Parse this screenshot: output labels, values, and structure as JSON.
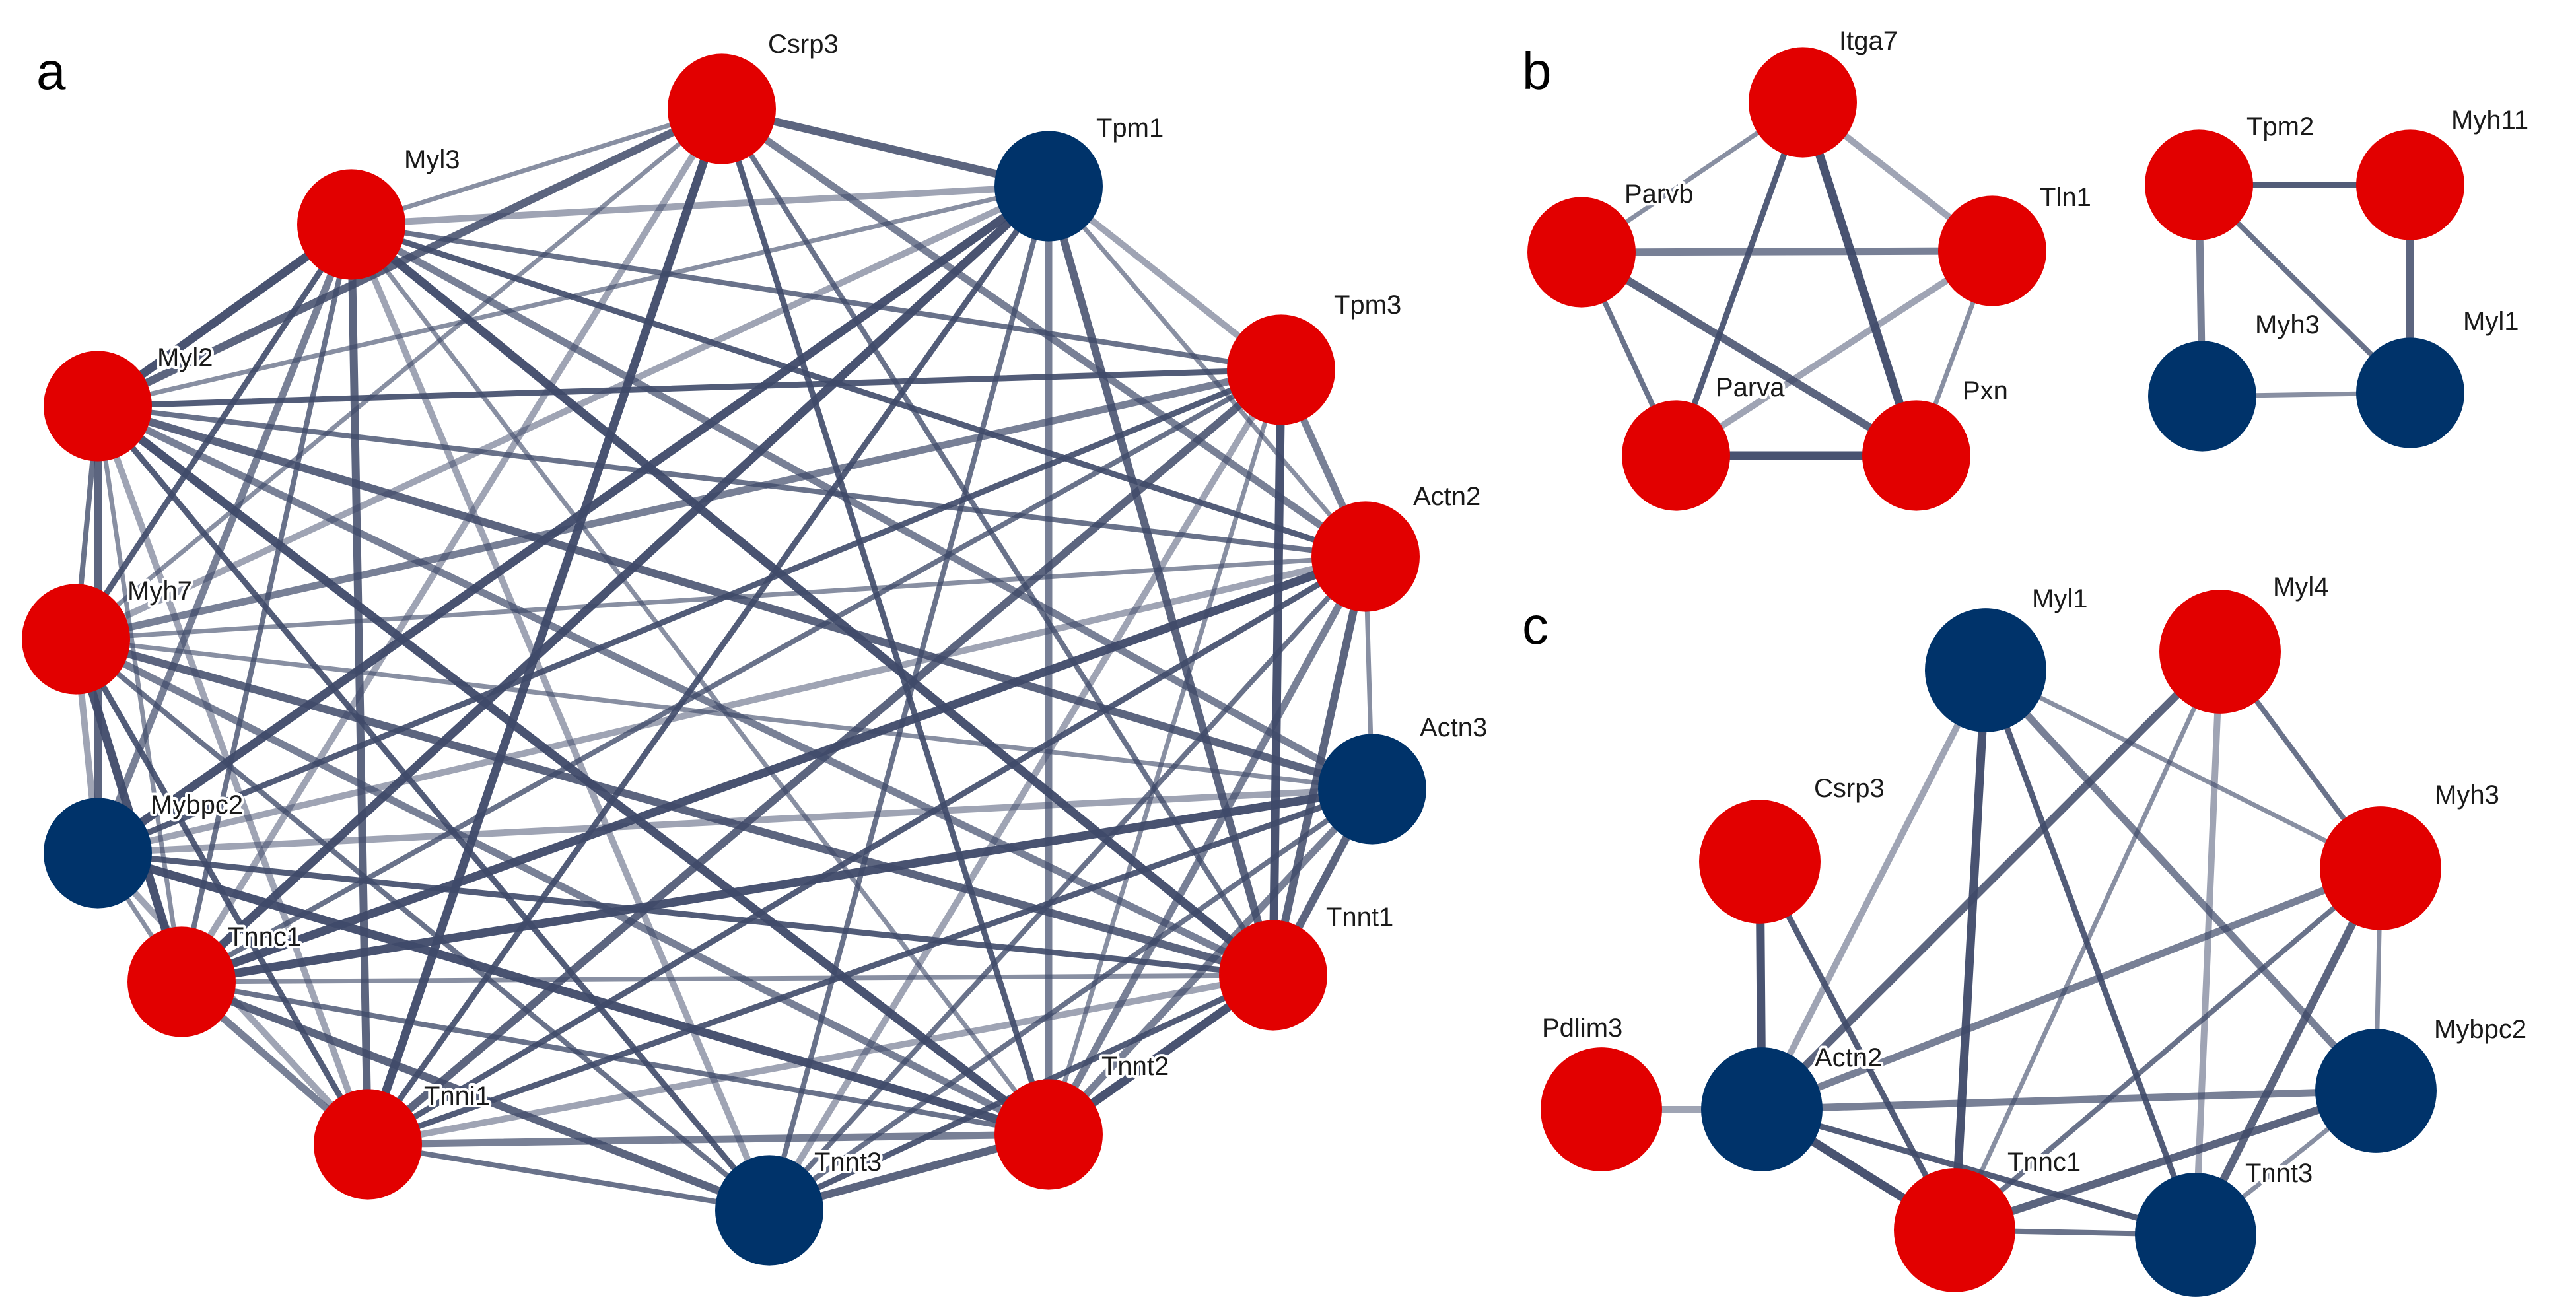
{
  "colors": {
    "red": "#e20000",
    "blue": "#00336a",
    "edge": "#3f4a69",
    "label": "#1a1a1a"
  },
  "panels": [
    {
      "id": "a",
      "letter": "a",
      "nodes": [
        {
          "id": "Csrp3",
          "label": "Csrp3",
          "color": "red"
        },
        {
          "id": "Tpm1",
          "label": "Tpm1",
          "color": "blue"
        },
        {
          "id": "Myl3",
          "label": "Myl3",
          "color": "red"
        },
        {
          "id": "Tpm3",
          "label": "Tpm3",
          "color": "red"
        },
        {
          "id": "Myl2",
          "label": "Myl2",
          "color": "red"
        },
        {
          "id": "Actn2",
          "label": "Actn2",
          "color": "red"
        },
        {
          "id": "Myh7",
          "label": "Myh7",
          "color": "red"
        },
        {
          "id": "Actn3",
          "label": "Actn3",
          "color": "blue"
        },
        {
          "id": "Mybpc2",
          "label": "Mybpc2",
          "color": "blue"
        },
        {
          "id": "Tnnc1",
          "label": "Tnnc1",
          "color": "red"
        },
        {
          "id": "Tnnt1",
          "label": "Tnnt1",
          "color": "red"
        },
        {
          "id": "Tnni1",
          "label": "Tnni1",
          "color": "red"
        },
        {
          "id": "Tnnt2",
          "label": "Tnnt2",
          "color": "red"
        },
        {
          "id": "Tnnt3",
          "label": "Tnnt3",
          "color": "blue"
        }
      ],
      "edges": [
        [
          "Myl3",
          "Csrp3"
        ],
        [
          "Myl3",
          "Tpm1"
        ],
        [
          "Myl3",
          "Myl2"
        ],
        [
          "Myl3",
          "Myh7"
        ],
        [
          "Myl3",
          "Mybpc2"
        ],
        [
          "Myl3",
          "Tnnc1"
        ],
        [
          "Myl3",
          "Tnni1"
        ],
        [
          "Myl3",
          "Tnnt2"
        ],
        [
          "Myl3",
          "Tnnt3"
        ],
        [
          "Myl3",
          "Tnnt1"
        ],
        [
          "Myl3",
          "Actn2"
        ],
        [
          "Myl3",
          "Actn3"
        ],
        [
          "Myl3",
          "Tpm3"
        ],
        [
          "Csrp3",
          "Myl2"
        ],
        [
          "Csrp3",
          "Myh7"
        ],
        [
          "Csrp3",
          "Tnnc1"
        ],
        [
          "Csrp3",
          "Tnni1"
        ],
        [
          "Csrp3",
          "Tnnt2"
        ],
        [
          "Csrp3",
          "Actn2"
        ],
        [
          "Csrp3",
          "Tnnt1"
        ],
        [
          "Csrp3",
          "Tpm1"
        ],
        [
          "Tpm1",
          "Myl2"
        ],
        [
          "Tpm1",
          "Myh7"
        ],
        [
          "Tpm1",
          "Tnnc1"
        ],
        [
          "Tpm1",
          "Tnni1"
        ],
        [
          "Tpm1",
          "Tnnt2"
        ],
        [
          "Tpm1",
          "Tnnt3"
        ],
        [
          "Tpm1",
          "Tnnt1"
        ],
        [
          "Tpm1",
          "Actn2"
        ],
        [
          "Tpm1",
          "Tpm3"
        ],
        [
          "Tpm1",
          "Mybpc2"
        ],
        [
          "Tpm3",
          "Myl2"
        ],
        [
          "Tpm3",
          "Myh7"
        ],
        [
          "Tpm3",
          "Tnnc1"
        ],
        [
          "Tpm3",
          "Tnni1"
        ],
        [
          "Tpm3",
          "Tnnt2"
        ],
        [
          "Tpm3",
          "Tnnt3"
        ],
        [
          "Tpm3",
          "Tnnt1"
        ],
        [
          "Tpm3",
          "Mybpc2"
        ],
        [
          "Tpm3",
          "Actn2"
        ],
        [
          "Myl2",
          "Myh7"
        ],
        [
          "Myl2",
          "Mybpc2"
        ],
        [
          "Myl2",
          "Tnnc1"
        ],
        [
          "Myl2",
          "Tnni1"
        ],
        [
          "Myl2",
          "Tnnt2"
        ],
        [
          "Myl2",
          "Tnnt3"
        ],
        [
          "Myl2",
          "Tnnt1"
        ],
        [
          "Myl2",
          "Actn2"
        ],
        [
          "Myl2",
          "Actn3"
        ],
        [
          "Actn2",
          "Myh7"
        ],
        [
          "Actn2",
          "Mybpc2"
        ],
        [
          "Actn2",
          "Tnnc1"
        ],
        [
          "Actn2",
          "Tnni1"
        ],
        [
          "Actn2",
          "Tnnt2"
        ],
        [
          "Actn2",
          "Tnnt3"
        ],
        [
          "Actn2",
          "Tnnt1"
        ],
        [
          "Actn2",
          "Actn3"
        ],
        [
          "Myh7",
          "Mybpc2"
        ],
        [
          "Myh7",
          "Tnnc1"
        ],
        [
          "Myh7",
          "Tnni1"
        ],
        [
          "Myh7",
          "Tnnt2"
        ],
        [
          "Myh7",
          "Tnnt3"
        ],
        [
          "Myh7",
          "Tnnt1"
        ],
        [
          "Myh7",
          "Actn3"
        ],
        [
          "Actn3",
          "Mybpc2"
        ],
        [
          "Actn3",
          "Tnnc1"
        ],
        [
          "Actn3",
          "Tnni1"
        ],
        [
          "Actn3",
          "Tnnt2"
        ],
        [
          "Actn3",
          "Tnnt3"
        ],
        [
          "Actn3",
          "Tnnt1"
        ],
        [
          "Mybpc2",
          "Tnnc1"
        ],
        [
          "Mybpc2",
          "Tnni1"
        ],
        [
          "Mybpc2",
          "Tnnt2"
        ],
        [
          "Mybpc2",
          "Tnnt1"
        ],
        [
          "Tnnc1",
          "Tnni1"
        ],
        [
          "Tnnc1",
          "Tnnt2"
        ],
        [
          "Tnnc1",
          "Tnnt3"
        ],
        [
          "Tnnc1",
          "Tnnt1"
        ],
        [
          "Tnnt1",
          "Tnni1"
        ],
        [
          "Tnnt1",
          "Tnnt2"
        ],
        [
          "Tnnt1",
          "Tnnt3"
        ],
        [
          "Tnni1",
          "Tnnt2"
        ],
        [
          "Tnni1",
          "Tnnt3"
        ],
        [
          "Tnnt2",
          "Tnnt3"
        ]
      ]
    },
    {
      "id": "b",
      "letter": "b",
      "nodes": [
        {
          "id": "Itga7",
          "label": "Itga7",
          "color": "red"
        },
        {
          "id": "Parvb",
          "label": "Parvb",
          "color": "red"
        },
        {
          "id": "Tln1",
          "label": "Tln1",
          "color": "red"
        },
        {
          "id": "Parva",
          "label": "Parva",
          "color": "red"
        },
        {
          "id": "Pxn",
          "label": "Pxn",
          "color": "red"
        },
        {
          "id": "Tpm2",
          "label": "Tpm2",
          "color": "red"
        },
        {
          "id": "Myh11",
          "label": "Myh11",
          "color": "red"
        },
        {
          "id": "Myh3",
          "label": "Myh3",
          "color": "blue"
        },
        {
          "id": "Myl1",
          "label": "Myl1",
          "color": "blue"
        }
      ],
      "edges": [
        [
          "Itga7",
          "Parvb"
        ],
        [
          "Itga7",
          "Tln1"
        ],
        [
          "Itga7",
          "Pxn"
        ],
        [
          "Itga7",
          "Parva"
        ],
        [
          "Parvb",
          "Tln1"
        ],
        [
          "Parvb",
          "Parva"
        ],
        [
          "Parvb",
          "Pxn"
        ],
        [
          "Tln1",
          "Pxn"
        ],
        [
          "Tln1",
          "Parva"
        ],
        [
          "Parva",
          "Pxn"
        ],
        [
          "Tpm2",
          "Myh11"
        ],
        [
          "Tpm2",
          "Myh3"
        ],
        [
          "Tpm2",
          "Myl1"
        ],
        [
          "Myh11",
          "Myl1"
        ],
        [
          "Myh3",
          "Myl1"
        ]
      ]
    },
    {
      "id": "c",
      "letter": "c",
      "nodes": [
        {
          "id": "Myl1",
          "label": "Myl1",
          "color": "blue"
        },
        {
          "id": "Myl4",
          "label": "Myl4",
          "color": "red"
        },
        {
          "id": "Csrp3",
          "label": "Csrp3",
          "color": "red"
        },
        {
          "id": "Myh3",
          "label": "Myh3",
          "color": "red"
        },
        {
          "id": "Pdlim3",
          "label": "Pdlim3",
          "color": "red"
        },
        {
          "id": "Actn2",
          "label": "Actn2",
          "color": "blue"
        },
        {
          "id": "Mybpc2",
          "label": "Mybpc2",
          "color": "blue"
        },
        {
          "id": "Tnnc1",
          "label": "Tnnc1",
          "color": "red"
        },
        {
          "id": "Tnnt3",
          "label": "Tnnt3",
          "color": "blue"
        }
      ],
      "edges": [
        [
          "Myl1",
          "Myh3"
        ],
        [
          "Myl1",
          "Actn2"
        ],
        [
          "Myl1",
          "Tnnc1"
        ],
        [
          "Myl1",
          "Tnnt3"
        ],
        [
          "Myl1",
          "Mybpc2"
        ],
        [
          "Myl4",
          "Myh3"
        ],
        [
          "Myl4",
          "Actn2"
        ],
        [
          "Myl4",
          "Tnnc1"
        ],
        [
          "Myl4",
          "Tnnt3"
        ],
        [
          "Csrp3",
          "Actn2"
        ],
        [
          "Csrp3",
          "Tnnc1"
        ],
        [
          "Myh3",
          "Actn2"
        ],
        [
          "Myh3",
          "Tnnc1"
        ],
        [
          "Myh3",
          "Tnnt3"
        ],
        [
          "Myh3",
          "Mybpc2"
        ],
        [
          "Pdlim3",
          "Actn2"
        ],
        [
          "Actn2",
          "Tnnc1"
        ],
        [
          "Actn2",
          "Tnnt3"
        ],
        [
          "Actn2",
          "Mybpc2"
        ],
        [
          "Tnnc1",
          "Tnnt3"
        ],
        [
          "Tnnc1",
          "Mybpc2"
        ],
        [
          "Tnnt3",
          "Mybpc2"
        ]
      ]
    }
  ]
}
